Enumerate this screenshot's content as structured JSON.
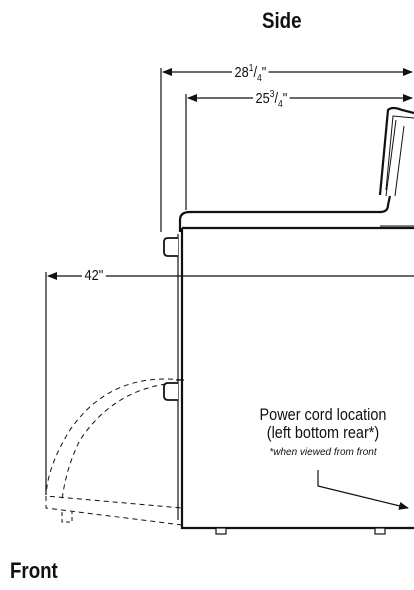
{
  "titles": {
    "side": "Side",
    "front": "Front"
  },
  "dimensions": {
    "overall_depth": "28 1/4\"",
    "cabinet_depth": "25 3/4\"",
    "door_open_depth": "42\""
  },
  "note": {
    "main_line1": "Power cord location",
    "main_line2": "(left bottom rear*)",
    "footnote": "*when viewed from front"
  },
  "colors": {
    "line": "#111111",
    "background": "#ffffff"
  }
}
